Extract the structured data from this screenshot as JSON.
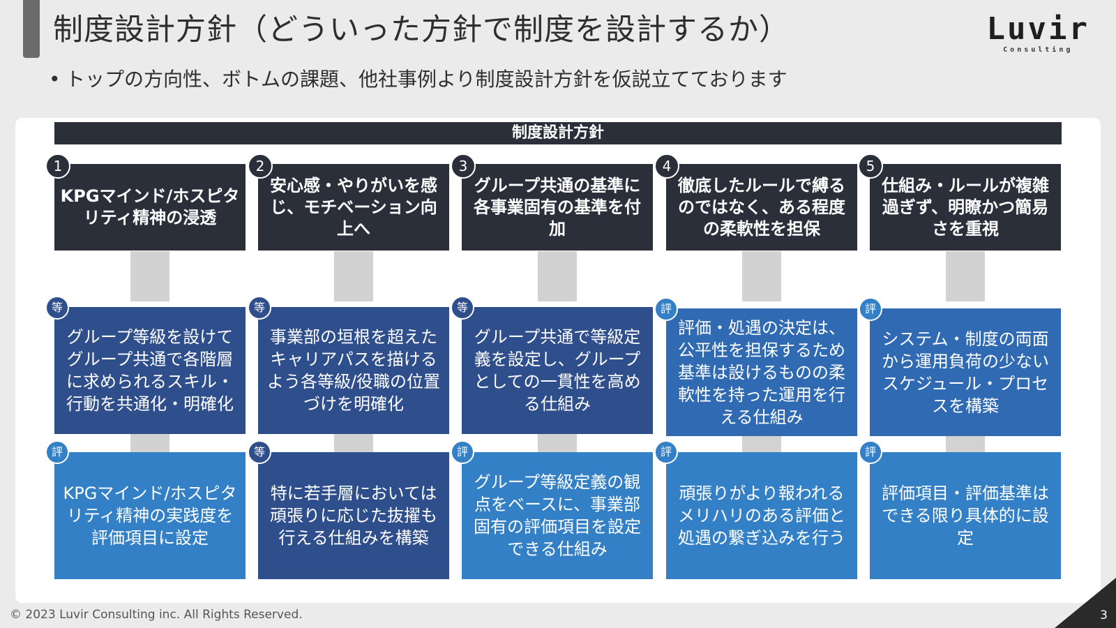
{
  "title": "制度設計方針（どういった方針で制度を設計するか）",
  "subtitle": "トップの方向性、ボトムの課題、他社事例より制度設計方針を仮説立てております",
  "bullet": "•",
  "logo": {
    "main": "Luvir",
    "sub": "Consulting"
  },
  "header": "制度設計方針",
  "columns": [
    {
      "number": "1",
      "principle": "KPGマインド/ホスピタリティ精神の浸透",
      "top": {
        "tag": "等",
        "text": "グループ等級を設けてグループ共通で各階層に求められるスキル・行動を共通化・明確化"
      },
      "bottom": {
        "tag": "評",
        "text": "KPGマインド/ホスピタリティ精神の実践度を評価項目に設定"
      }
    },
    {
      "number": "2",
      "principle": "安心感・やりがいを感じ、モチベーション向上へ",
      "top": {
        "tag": "等",
        "text": "事業部の垣根を超えたキャリアパスを描けるよう各等級/役職の位置づけを明確化"
      },
      "bottom": {
        "tag": "等",
        "text": "特に若手層においては頑張りに応じた抜擢も行える仕組みを構築"
      }
    },
    {
      "number": "3",
      "principle": "グループ共通の基準に各事業固有の基準を付加",
      "top": {
        "tag": "等",
        "text": "グループ共通で等級定義を設定し、グループとしての一貫性を高める仕組み"
      },
      "bottom": {
        "tag": "評",
        "text": "グループ等級定義の観点をベースに、事業部固有の評価項目を設定できる仕組み"
      }
    },
    {
      "number": "4",
      "principle": "徹底したルールで縛るのではなく、ある程度の柔軟性を担保",
      "top": {
        "tag": "評",
        "text": "評価・処遇の決定は、公平性を担保するため基準は設けるものの柔軟性を持った運用を行える仕組み"
      },
      "bottom": {
        "tag": "評",
        "text": "頑張りがより報われるメリハリのある評価と処遇の繋ぎ込みを行う"
      }
    },
    {
      "number": "5",
      "principle": "仕組み・ルールが複雑過ぎず、明瞭かつ簡易さを重視",
      "top": {
        "tag": "評",
        "text": "システム・制度の両面から運用負荷の少ないスケジュール・プロセスを構築"
      },
      "bottom": {
        "tag": "評",
        "text": "評価項目・評価基準はできる限り具体的に設定"
      }
    }
  ],
  "footer": "© 2023 Luvir Consulting inc. All Rights Reserved.",
  "page_number": "3",
  "colors": {
    "principle": "#2a2f3a",
    "dark_blue": "#2e4e8c",
    "mid_blue": "#2f6ab3",
    "light_blue": "#3380c6"
  }
}
